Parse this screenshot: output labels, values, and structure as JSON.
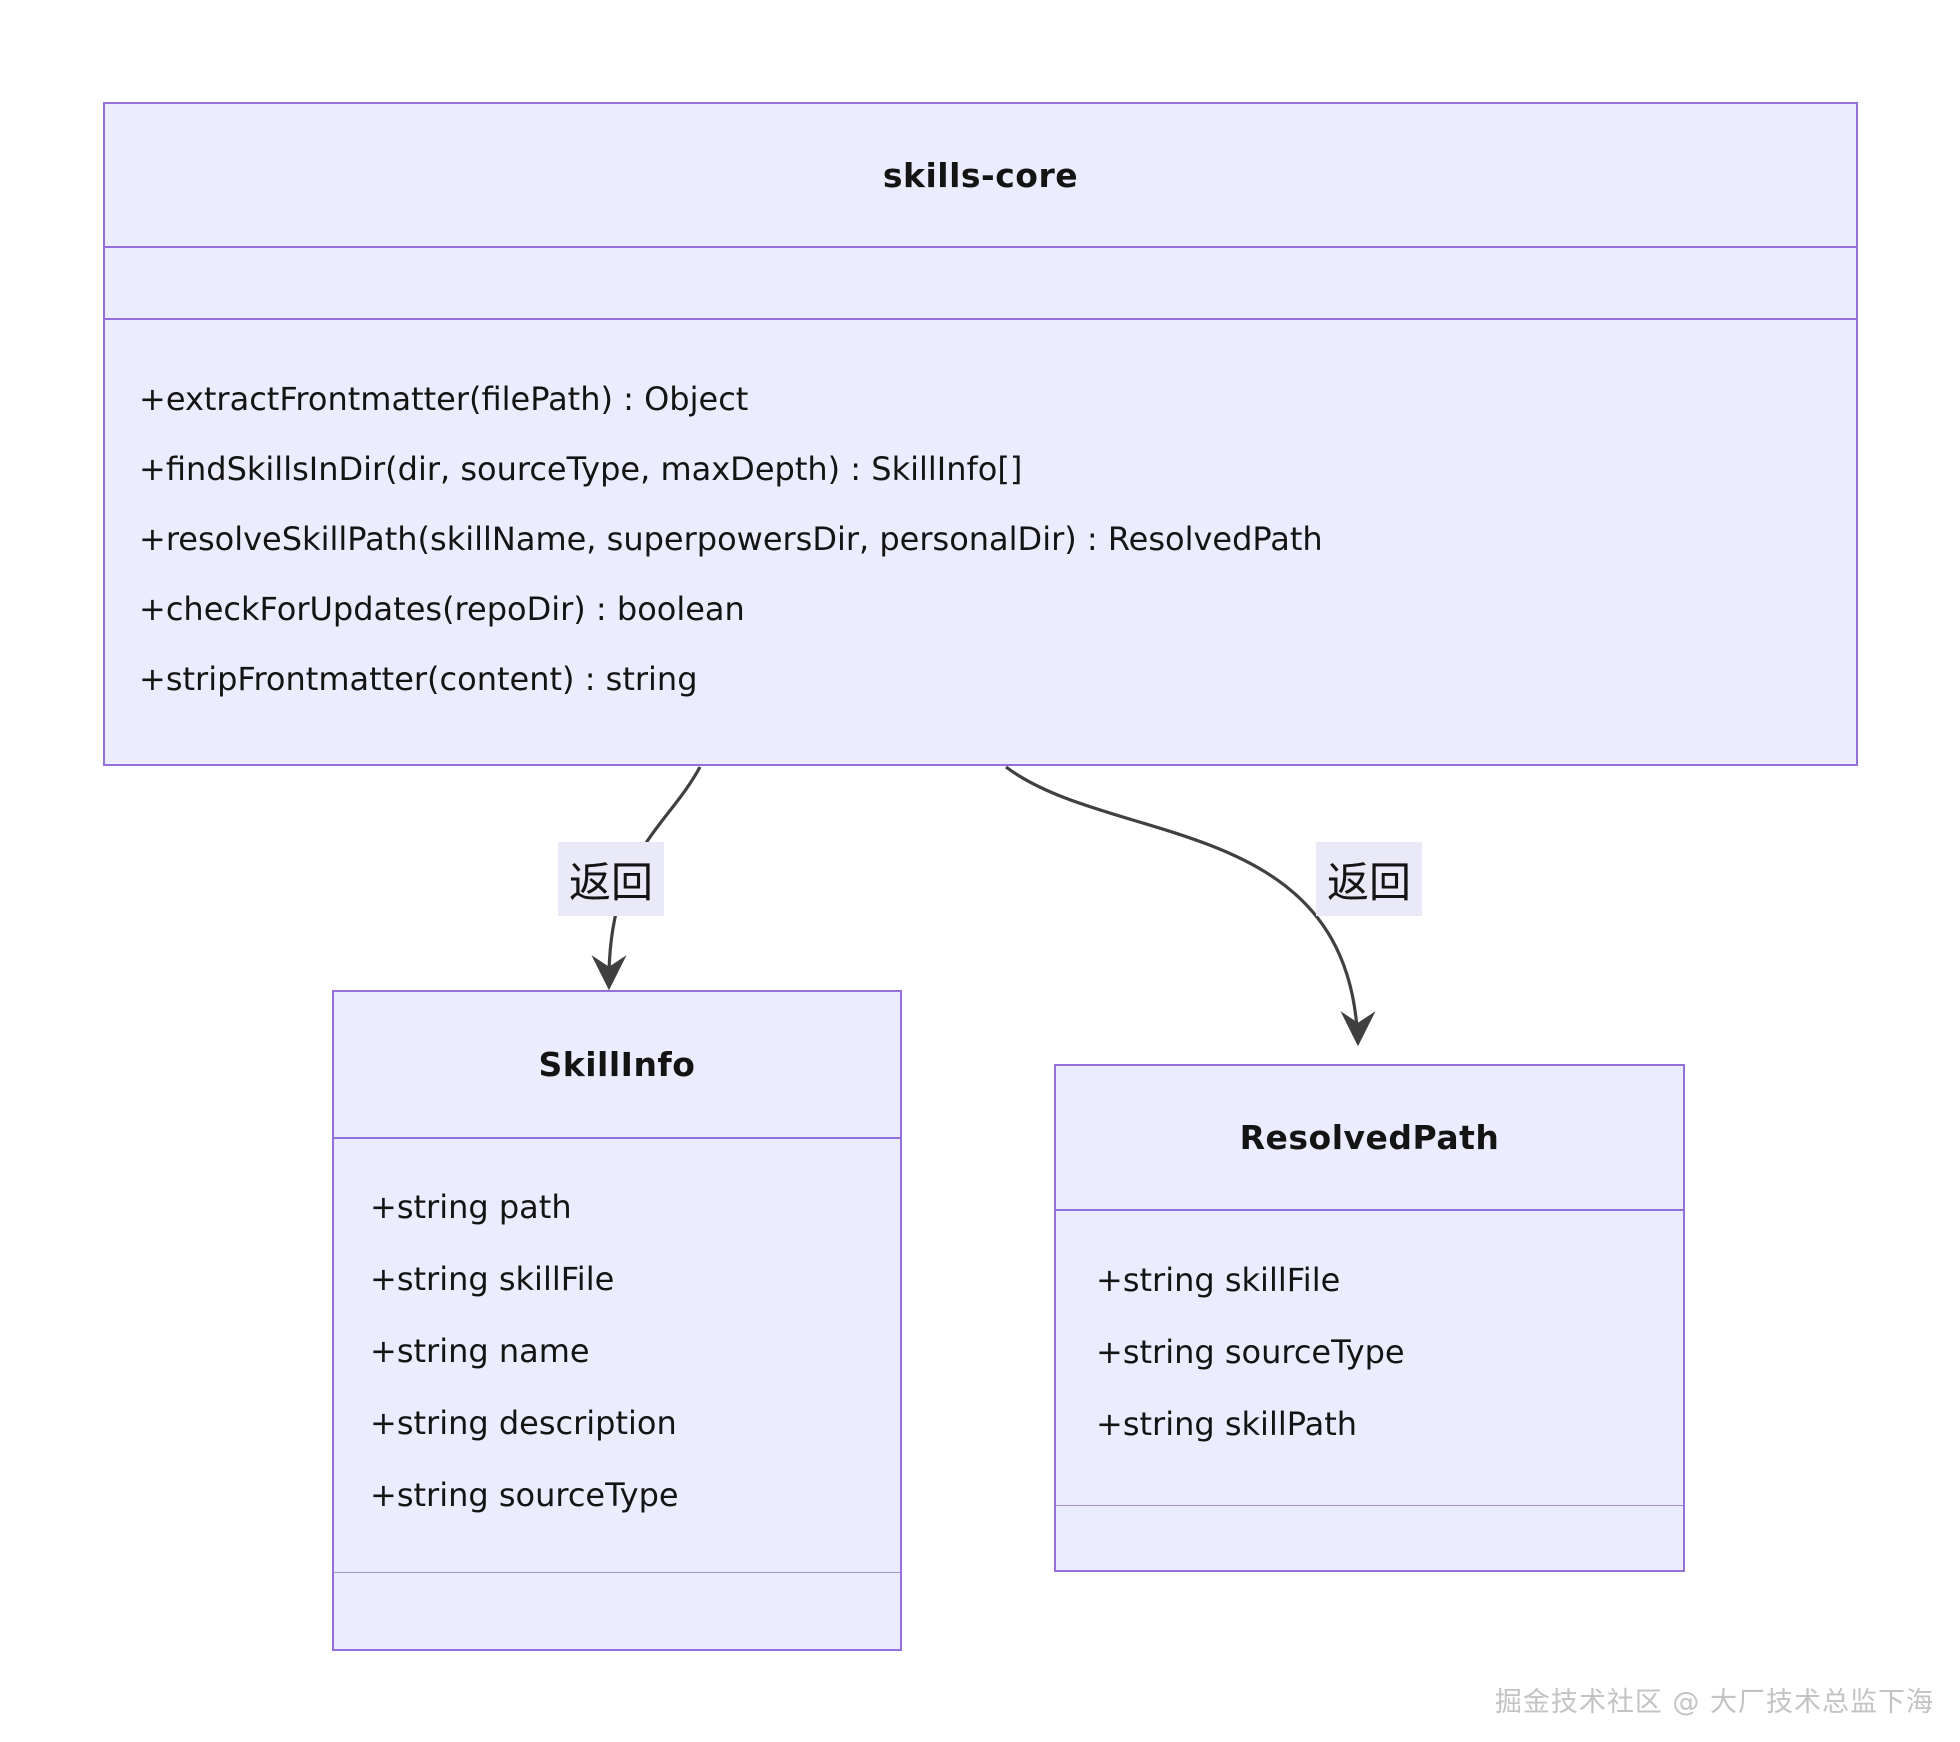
{
  "classes": {
    "skills_core": {
      "name": "skills-core",
      "methods": [
        "+extractFrontmatter(filePath) : Object",
        "+findSkillsInDir(dir, sourceType, maxDepth) : SkillInfo[]",
        "+resolveSkillPath(skillName, superpowersDir, personalDir) : ResolvedPath",
        "+checkForUpdates(repoDir) : boolean",
        "+stripFrontmatter(content) : string"
      ]
    },
    "skill_info": {
      "name": "SkillInfo",
      "attributes": [
        "+string path",
        "+string skillFile",
        "+string name",
        "+string description",
        "+string sourceType"
      ]
    },
    "resolved_path": {
      "name": "ResolvedPath",
      "attributes": [
        "+string skillFile",
        "+string sourceType",
        "+string skillPath"
      ]
    }
  },
  "edges": {
    "to_skill_info": {
      "label": "返回"
    },
    "to_resolved_path": {
      "label": "返回"
    }
  },
  "watermark": "掘金技术社区 @ 大厂技术总监下海",
  "colors": {
    "box_fill": "#ECECFF",
    "box_border": "#9370DB",
    "text": "#141414",
    "edge_line": "#404040",
    "edge_label_bg": "#E9E9F8",
    "watermark": "#c3c3c3"
  }
}
